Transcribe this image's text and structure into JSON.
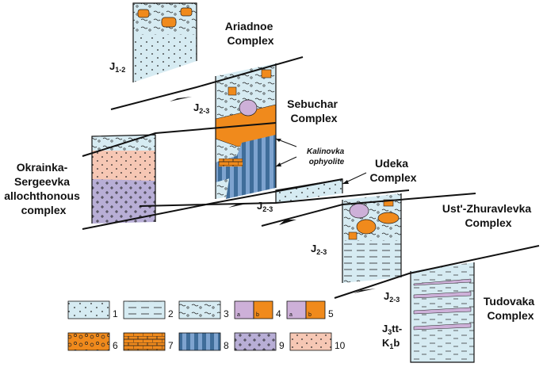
{
  "complexes": {
    "ariadnoe": [
      "Ariadnoe",
      "Complex"
    ],
    "sebuchar": [
      "Sebuchar",
      "Complex"
    ],
    "okrainka": [
      "Okrainka-",
      "Sergeevka",
      "allochthonous",
      "complex"
    ],
    "udeka": [
      "Udeka",
      "Complex"
    ],
    "ust_zhuravlevka": [
      "Ust'-Zhuravlevka",
      "Complex"
    ],
    "tudovaka": [
      "Tudovaka",
      "Complex"
    ]
  },
  "ophiolite": [
    "Kalinovka",
    "ophyolite"
  ],
  "ages": {
    "j12": {
      "main": "J",
      "sub": "1-2"
    },
    "j23": {
      "main": "J",
      "sub": "2-3"
    },
    "j3tt_a": {
      "main": "J",
      "sub": "3",
      "rest": "tt-"
    },
    "j3tt_b": {
      "main": "K",
      "sub": "1",
      "rest": "b"
    }
  },
  "legend": {
    "numbers": [
      "1",
      "2",
      "3",
      "4",
      "5",
      "6",
      "7",
      "8",
      "9",
      "10"
    ],
    "sym4": [
      "a",
      "b"
    ],
    "sym5": [
      "a",
      "b"
    ]
  },
  "colors": {
    "siltstone_blue": "#d6ebf2",
    "orange": "#f08a1c",
    "purple": "#cdb0d8",
    "pink": "#f6c7b4",
    "stripe_blue": "#7ea3cf",
    "stripe_dark": "#3f6d9a",
    "crosses": "#b8aed6"
  }
}
